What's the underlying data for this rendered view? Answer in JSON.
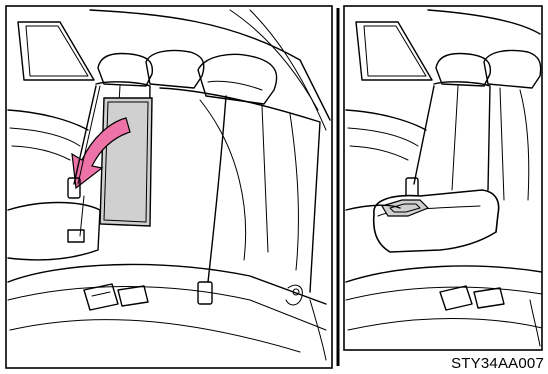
{
  "figure": {
    "code": "STY34AA007",
    "panels": [
      {
        "id": "left",
        "state": "armrest-stowed"
      },
      {
        "id": "right",
        "state": "armrest-folded-down"
      }
    ],
    "colors": {
      "line": "#000000",
      "background": "#ffffff",
      "armrest_fill": "#d0d0d0",
      "arrow_fill": "#ec72a8"
    }
  }
}
